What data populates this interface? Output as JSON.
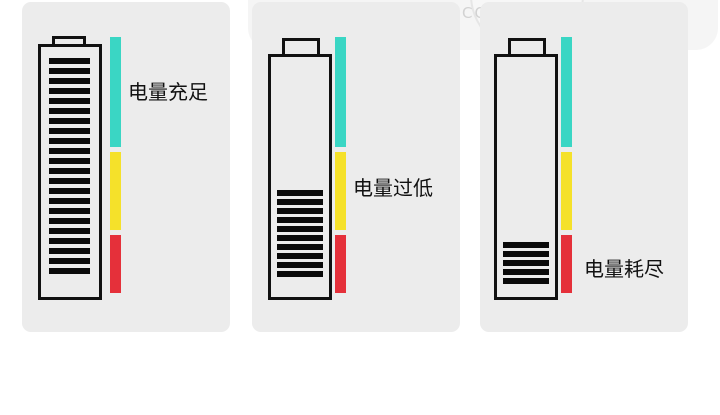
{
  "background": {
    "text": "CO"
  },
  "colors": {
    "card": "#ececec",
    "outline": "#111111",
    "gauge_high": "#3ad6c4",
    "gauge_mid": "#f5e12a",
    "gauge_low": "#e5303a"
  },
  "batteries": [
    {
      "label": "电量充足",
      "level": 1.0,
      "icon": "battery-full-icon"
    },
    {
      "label": "电量过低",
      "level": 0.4,
      "icon": "battery-low-icon"
    },
    {
      "label": "电量耗尽",
      "level": 0.2,
      "icon": "battery-empty-icon"
    }
  ]
}
